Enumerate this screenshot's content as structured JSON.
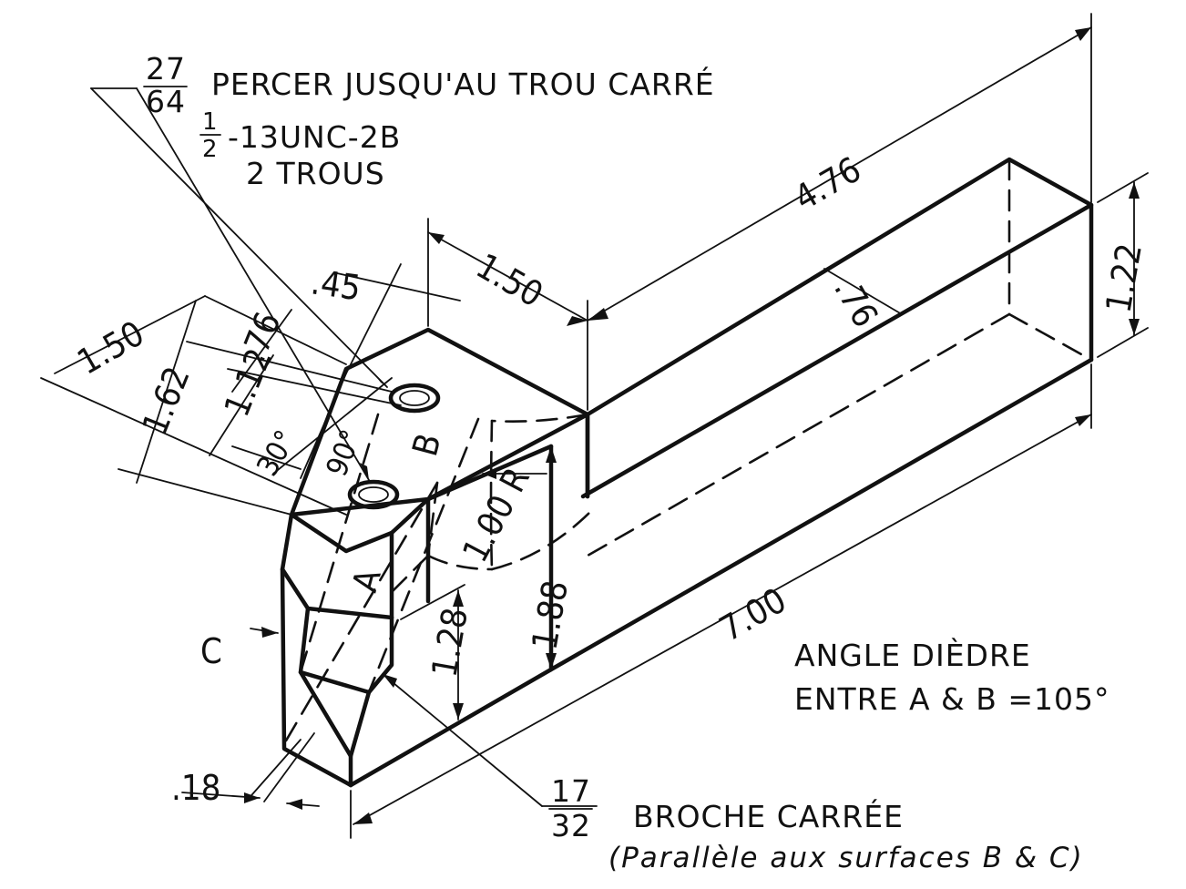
{
  "notes": {
    "drill": {
      "fraction_num": "27",
      "fraction_den": "64",
      "text": "PERCER JUSQU'AU TROU CARRÉ"
    },
    "thread": {
      "fraction_num": "1",
      "fraction_den": "2",
      "text": "-13UNC-2B"
    },
    "holes": "2 TROUS",
    "dihedral_line1": "ANGLE DIÈDRE",
    "dihedral_line2": "ENTRE  A & B =105°",
    "pin": {
      "fraction_num": "17",
      "fraction_den": "32",
      "text": "BROCHE CARRÉE"
    },
    "pin_sub": "(Parallèle aux surfaces B & C)"
  },
  "dimensions": {
    "d476": "4.76",
    "d150_top": "1.50",
    "d045": ".45",
    "d150_left": "1.50",
    "d162": "1.62",
    "d076_left": ".76",
    "d112": "1.12",
    "d030": "30°",
    "d090": "90°",
    "d100r": "1.00 R",
    "d076_right": ".76",
    "d122": "1.22",
    "d128": "1.28",
    "d188": "1.88",
    "d700": "7.00",
    "d018": ".18"
  },
  "surface_labels": {
    "a": "A",
    "b": "B",
    "c": "C"
  }
}
